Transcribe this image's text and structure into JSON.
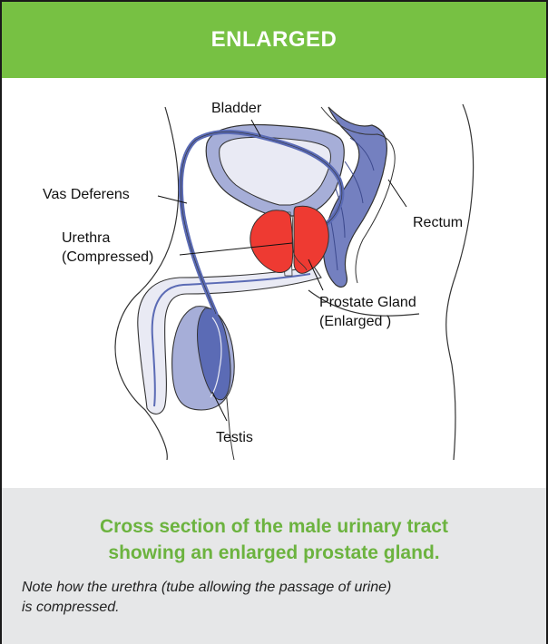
{
  "header": {
    "title": "ENLARGED"
  },
  "diagram": {
    "labels": {
      "bladder": "Bladder",
      "vas_deferens": "Vas Deferens",
      "urethra_line1": "Urethra",
      "urethra_line2": "(Compressed)",
      "rectum": "Rectum",
      "prostate_line1": "Prostate Gland",
      "prostate_line2": "(Enlarged )",
      "testis": "Testis"
    },
    "colors": {
      "header_green": "#77c143",
      "caption_green": "#6cb33f",
      "organ_blue": "#8b96c9",
      "organ_blue_dark": "#5b6bb5",
      "organ_pale": "#e9eaf4",
      "prostate_red": "#ee3a32",
      "caption_bg": "#e6e7e8"
    }
  },
  "caption": {
    "title_line1": "Cross section of the male urinary tract",
    "title_line2": "showing an enlarged prostate gland.",
    "note_line1": "Note how the urethra (tube allowing the passage of urine)",
    "note_line2": "is compressed."
  }
}
